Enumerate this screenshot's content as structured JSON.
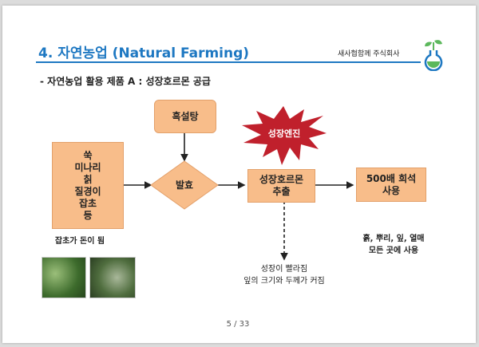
{
  "slide": {
    "title": "4. 자연농업 (Natural Farming)",
    "company": "새사협함께 주식회사",
    "subtitle": "- 자연농업 활용 제품  A : 성장호르몬 공급",
    "page_indicator": "5 / 33"
  },
  "diagram": {
    "inputs": [
      "쑥",
      "미나리",
      "칡",
      "질경이",
      "잡초",
      "등"
    ],
    "sugar": "흑설탕",
    "ferment": "발효",
    "engine": "성장엔진",
    "extract": [
      "성장호르몬",
      "추출"
    ],
    "dilute": [
      "500배 희석",
      "사용"
    ],
    "dilute_note": [
      "흙, 뿌리, 잎, 열매",
      "모든 곳에 사용"
    ],
    "effect_note": [
      "성장이 빨라짐",
      "잎의 크기와 두께가 커짐"
    ],
    "weed_caption": "잡초가 돈이 됨"
  },
  "colors": {
    "accent": "#1e78c2",
    "box": "#f8bd8a",
    "burst": "#c0202c"
  }
}
